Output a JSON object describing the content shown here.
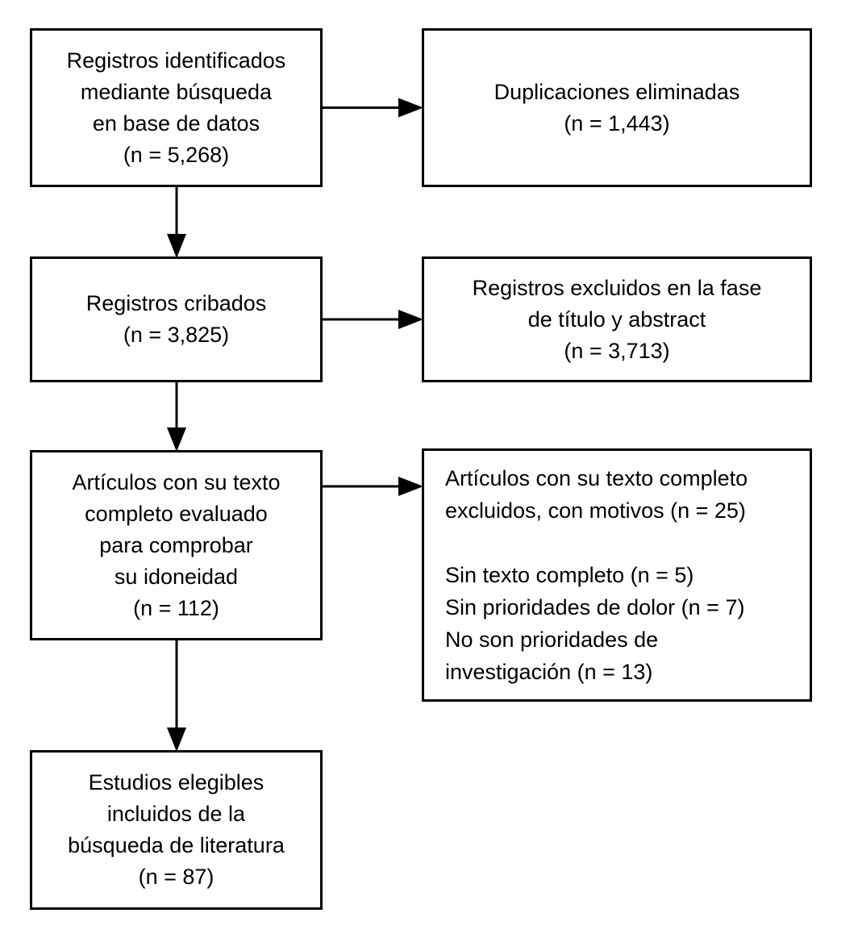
{
  "flow": {
    "boxes": [
      {
        "id": "records-identified",
        "text": "Registros identificados\nmediante búsqueda\nen base de datos\n(n = 5,268)"
      },
      {
        "id": "duplicates-removed",
        "text": "Duplicaciones eliminadas\n(n = 1,443)"
      },
      {
        "id": "records-screened",
        "text": "Registros cribados\n(n = 3,825)"
      },
      {
        "id": "excluded-title-abstract",
        "text": "Registros excluidos en la fase\nde título y abstract\n(n = 3,713)"
      },
      {
        "id": "fulltext-assessed",
        "text": "Artículos con su texto\ncompleto evaluado\npara comprobar\nsu idoneidad\n(n = 112)"
      },
      {
        "id": "fulltext-excluded",
        "text": "Artículos con su texto completo\nexcluidos, con motivos (n = 25)\n\nSin texto completo (n = 5)\nSin prioridades de dolor (n = 7)\nNo son prioridades de\ninvestigación (n = 13)"
      },
      {
        "id": "studies-included",
        "text": "Estudios elegibles\nincluidos de la\nbúsqueda de literatura\n(n = 87)"
      }
    ],
    "edges": [
      {
        "from": "records-identified",
        "to": "duplicates-removed"
      },
      {
        "from": "records-identified",
        "to": "records-screened"
      },
      {
        "from": "records-screened",
        "to": "excluded-title-abstract"
      },
      {
        "from": "records-screened",
        "to": "fulltext-assessed"
      },
      {
        "from": "fulltext-assessed",
        "to": "fulltext-excluded"
      },
      {
        "from": "fulltext-assessed",
        "to": "studies-included"
      }
    ],
    "colors": {
      "line": "#000000",
      "background": "#ffffff",
      "text": "#000000"
    }
  }
}
